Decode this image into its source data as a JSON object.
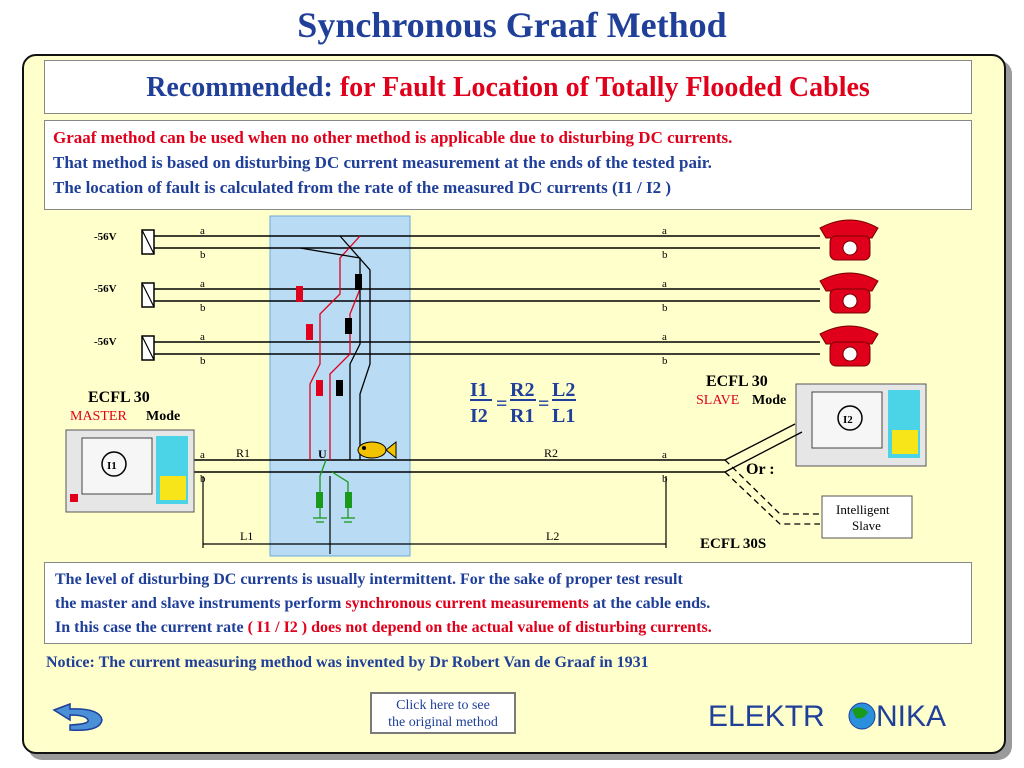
{
  "title": "Synchronous Graaf Method",
  "recommended": {
    "label": "Recommended:",
    "text": "for Fault Location of Totally Flooded Cables"
  },
  "intro": {
    "line1": "Graaf method can be used when no other method is applicable due to disturbing DC currents.",
    "line2": "That method is based on disturbing DC current measurement at the ends of the tested pair.",
    "line3": "The location of fault is calculated from the rate of the measured DC currents  (I1 / I2 )"
  },
  "diagram": {
    "voltage": "-56V",
    "wire_a": "a",
    "wire_b": "b",
    "master_title": "ECFL 30",
    "master_mode_red": "MASTER",
    "master_mode": "Mode",
    "slave_title": "ECFL 30",
    "slave_mode_red": "SLAVE",
    "slave_mode": "Mode",
    "meter1": "I1",
    "meter2": "I2",
    "r1": "R1",
    "r2": "R2",
    "u": "U",
    "l1": "L1",
    "l2": "L2",
    "or": "Or :",
    "intelligent": "Intelligent",
    "slave": "Slave",
    "ecfl30s": "ECFL 30S",
    "formula": {
      "i1": "I1",
      "i2": "I2",
      "r2": "R2",
      "r1": "R1",
      "l2": "L2",
      "l1": "L1",
      "eq": "="
    }
  },
  "bottom": {
    "line1": "The level of disturbing DC currents is usually intermittent. For the sake of proper test result",
    "line2_a": "the master and slave instruments perform ",
    "line2_red": "synchronous current measurements",
    "line2_b": " at the cable ends.",
    "line3_a": "In this case the current rate ",
    "line3_red": "( I1 / I2 ) does not depend on the actual value of disturbing currents."
  },
  "notice": "Notice: The current measuring method was invented by Dr Robert Van de Graaf in 1931",
  "button": {
    "line1": "Click here to see",
    "line2": "the original method"
  },
  "logo": {
    "left": "ELEKTR",
    "right": "NIKA"
  },
  "colors": {
    "title": "#1f3f99",
    "accent": "#e0001b",
    "panel": "#ffffcc",
    "water": "#b9dcf4"
  }
}
